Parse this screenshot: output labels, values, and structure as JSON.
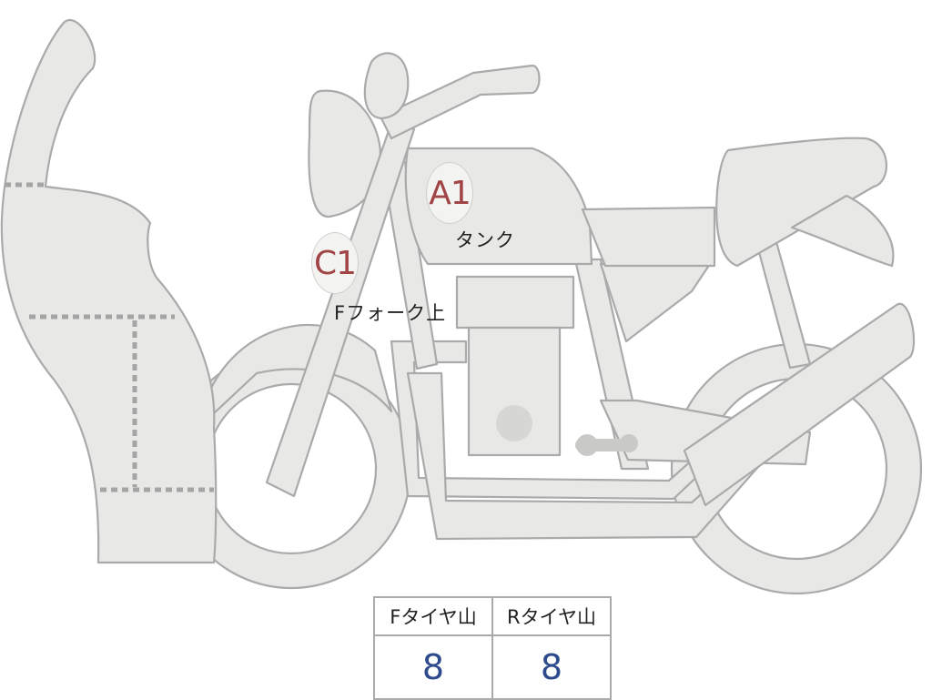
{
  "markers": [
    {
      "code": "A1",
      "label": "タンク"
    },
    {
      "code": "C1",
      "label": "Fフォーク上"
    }
  ],
  "tire_table": {
    "headers": [
      "Fタイヤ山",
      "Rタイヤ山"
    ],
    "values": [
      "8",
      "8"
    ]
  }
}
